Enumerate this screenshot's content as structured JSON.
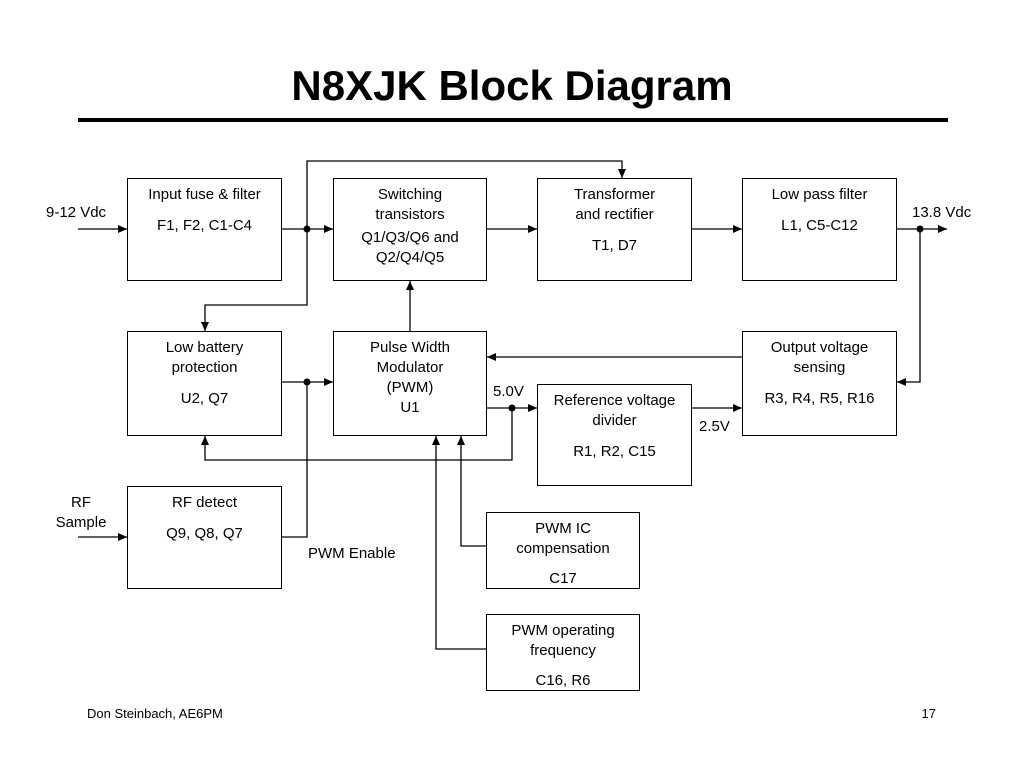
{
  "title": "N8XJK Block Diagram",
  "blocks": {
    "input_fuse": {
      "title": "Input fuse & filter",
      "parts": "F1, F2, C1-C4"
    },
    "switching": {
      "title": "Switching transistors",
      "parts": "Q1/Q3/Q6 and Q2/Q4/Q5"
    },
    "transformer": {
      "title": "Transformer and rectifier",
      "parts": "T1, D7"
    },
    "low_pass": {
      "title": "Low pass filter",
      "parts": "L1, C5-C12"
    },
    "low_battery": {
      "title": "Low battery protection",
      "parts": "U2, Q7"
    },
    "pwm": {
      "title": "Pulse Width Modulator (PWM)",
      "parts": "U1"
    },
    "output_sensing": {
      "title": "Output voltage sensing",
      "parts": "R3, R4, R5, R16"
    },
    "reference": {
      "title": "Reference voltage divider",
      "parts": "R1, R2, C15"
    },
    "rf_detect": {
      "title": "RF detect",
      "parts": "Q9, Q8, Q7"
    },
    "pwm_comp": {
      "title": "PWM IC compensation",
      "parts": "C17"
    },
    "pwm_freq": {
      "title": "PWM operating frequency",
      "parts": "C16, R6"
    }
  },
  "labels": {
    "input_voltage": "9-12 Vdc",
    "output_voltage": "13.8 Vdc",
    "ref_5v": "5.0V",
    "ref_2v5": "2.5V",
    "rf_sample": "RF Sample",
    "pwm_enable": "PWM Enable"
  },
  "footer": {
    "author": "Don Steinbach, AE6PM",
    "page": "17"
  }
}
